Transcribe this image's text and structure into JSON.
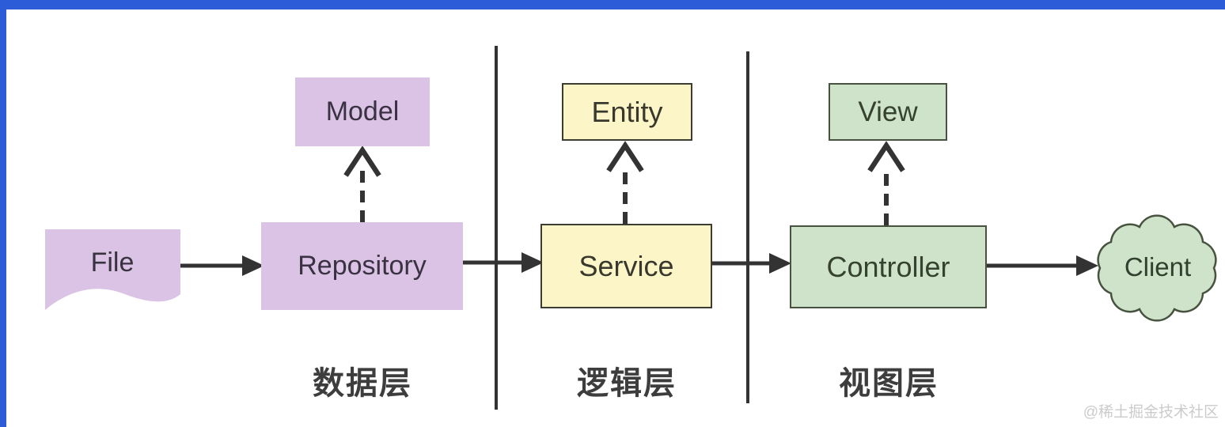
{
  "diagram": {
    "frame_color": "#2d5cd8",
    "layers": [
      {
        "id": "data",
        "label": "数据层"
      },
      {
        "id": "logic",
        "label": "逻辑层"
      },
      {
        "id": "view",
        "label": "视图层"
      }
    ],
    "nodes": {
      "file": {
        "label": "File",
        "shape": "document",
        "fill": "#dac3e5"
      },
      "model": {
        "label": "Model",
        "shape": "rect",
        "fill": "#dcc6e6"
      },
      "repository": {
        "label": "Repository",
        "shape": "rect",
        "fill": "#dac3e5"
      },
      "entity": {
        "label": "Entity",
        "shape": "rect",
        "fill": "#fbf5c8"
      },
      "service": {
        "label": "Service",
        "shape": "rect",
        "fill": "#fbf5c8"
      },
      "view": {
        "label": "View",
        "shape": "rect",
        "fill": "#cfe3ca"
      },
      "controller": {
        "label": "Controller",
        "shape": "rect",
        "fill": "#cfe3ca"
      },
      "client": {
        "label": "Client",
        "shape": "cloud",
        "fill": "#cfe3ca"
      }
    },
    "edges": [
      {
        "from": "file",
        "to": "repository",
        "style": "solid-arrow"
      },
      {
        "from": "repository",
        "to": "service",
        "style": "solid-arrow"
      },
      {
        "from": "service",
        "to": "controller",
        "style": "solid-arrow"
      },
      {
        "from": "controller",
        "to": "client",
        "style": "solid-arrow"
      },
      {
        "from": "repository",
        "to": "model",
        "style": "dashed-open-arrow"
      },
      {
        "from": "service",
        "to": "entity",
        "style": "dashed-open-arrow"
      },
      {
        "from": "controller",
        "to": "view",
        "style": "dashed-open-arrow"
      }
    ],
    "line_color": "#333333",
    "watermark": "@稀土掘金技术社区"
  }
}
